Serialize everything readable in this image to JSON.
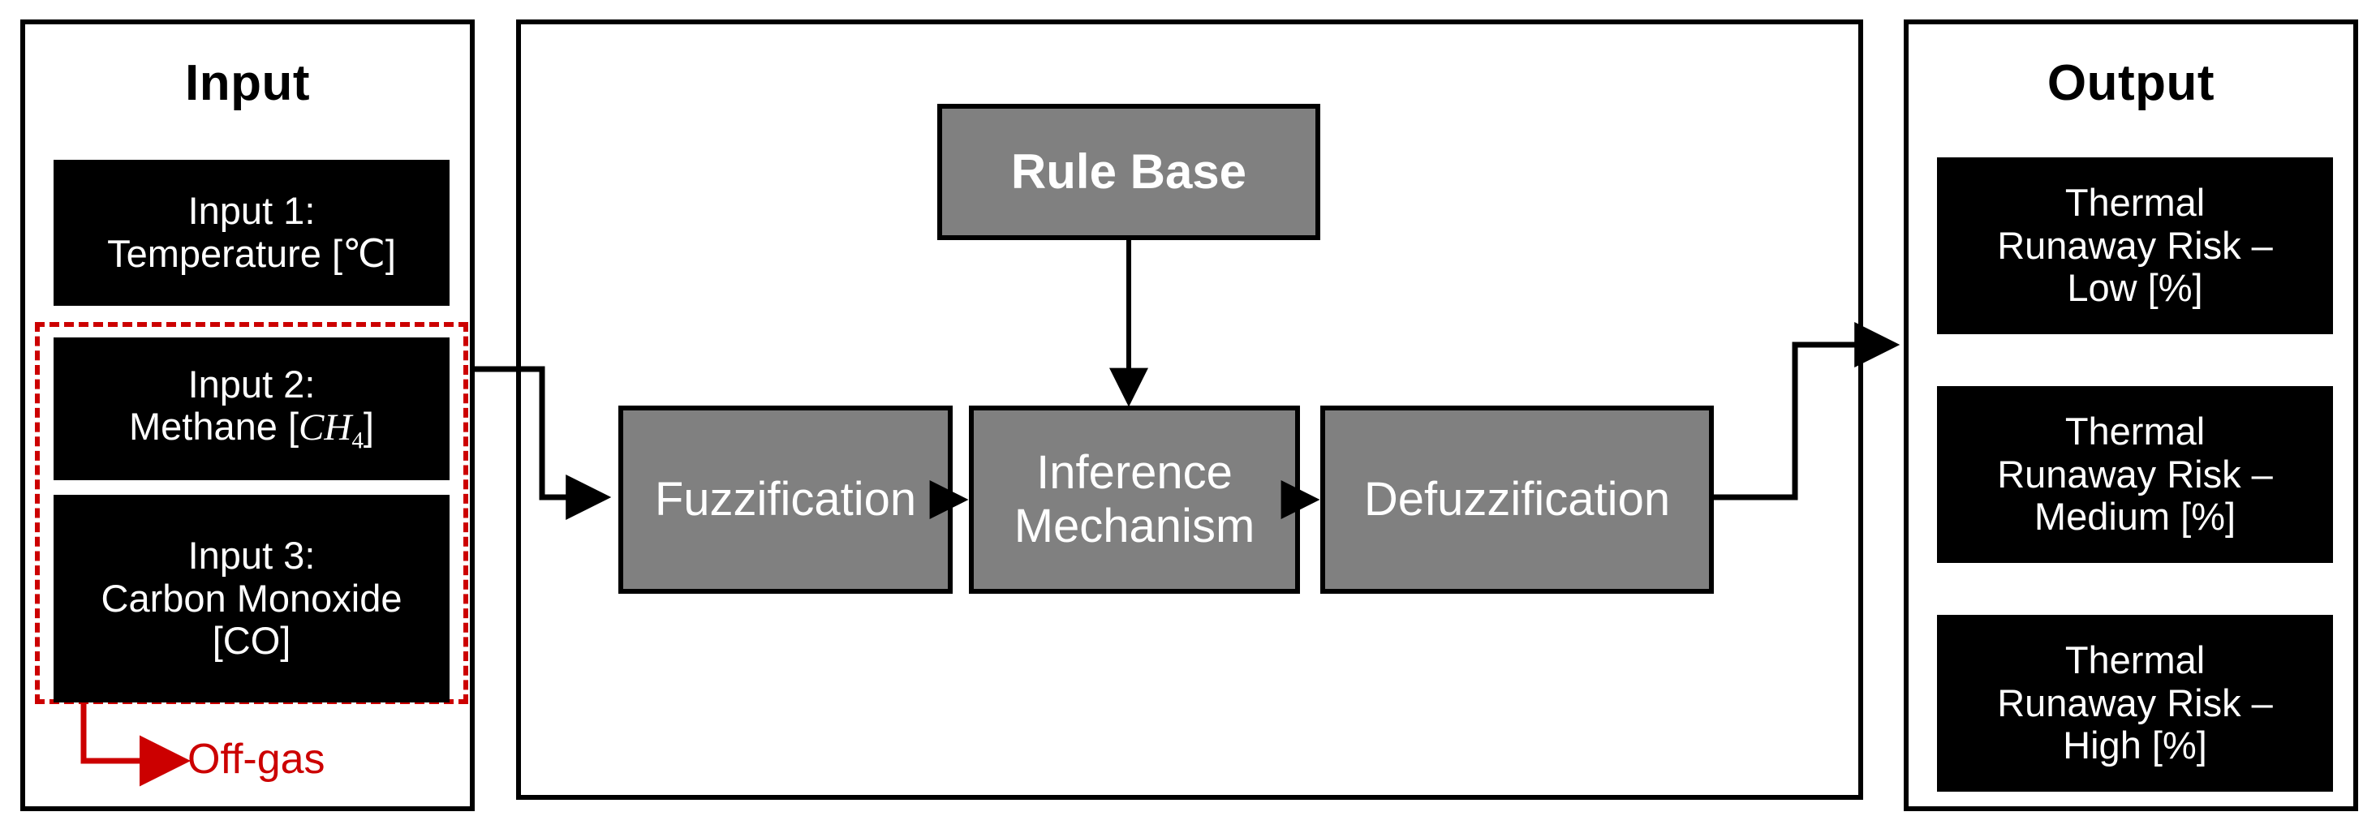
{
  "diagram": {
    "title": "Fuzzy logic thermal runaway risk inference block diagram",
    "colors": {
      "box_fill": "#000000",
      "box_text": "#ffffff",
      "process_fill": "#808080",
      "border": "#000000",
      "accent_red": "#cc0000",
      "panel_background": "#ffffff"
    }
  },
  "input_panel": {
    "title": "Input",
    "boxes": [
      {
        "line1": "Input 1:",
        "line2": "Temperature [℃]"
      },
      {
        "line1": "Input 2:",
        "line2_prefix": "Methane [",
        "formula_base": "CH",
        "formula_sub": "4",
        "line2_suffix": "]"
      },
      {
        "line1": "Input 3:",
        "line2": "Carbon Monoxide",
        "line3": "[CO]"
      }
    ],
    "group_annotation": {
      "label": "Off-gas",
      "style": "red-dashed-box",
      "members": [
        "Input 2",
        "Input 3"
      ]
    }
  },
  "process_panel": {
    "rule_base": {
      "label": "Rule Base"
    },
    "stages": [
      {
        "label": "Fuzzification"
      },
      {
        "line1": "Inference",
        "line2": "Mechanism"
      },
      {
        "label": "Defuzzification"
      }
    ]
  },
  "output_panel": {
    "title": "Output",
    "boxes": [
      {
        "line1": "Thermal",
        "line2": "Runaway Risk –",
        "line3": "Low [%]"
      },
      {
        "line1": "Thermal",
        "line2": "Runaway Risk –",
        "line3": "Medium [%]"
      },
      {
        "line1": "Thermal",
        "line2": "Runaway Risk –",
        "line3": "High [%]"
      }
    ]
  },
  "connectors": [
    {
      "from": "Input group",
      "to": "Fuzzification",
      "style": "solid-black-arrow"
    },
    {
      "from": "Rule Base",
      "to": "Inference Mechanism",
      "style": "solid-black-arrow"
    },
    {
      "from": "Fuzzification",
      "to": "Inference Mechanism",
      "style": "solid-black-arrow"
    },
    {
      "from": "Inference Mechanism",
      "to": "Defuzzification",
      "style": "solid-black-arrow"
    },
    {
      "from": "Defuzzification",
      "to": "Output panel",
      "style": "solid-black-arrow"
    },
    {
      "from": "Off-gas group",
      "to": "Off-gas",
      "style": "red-arrow"
    }
  ]
}
